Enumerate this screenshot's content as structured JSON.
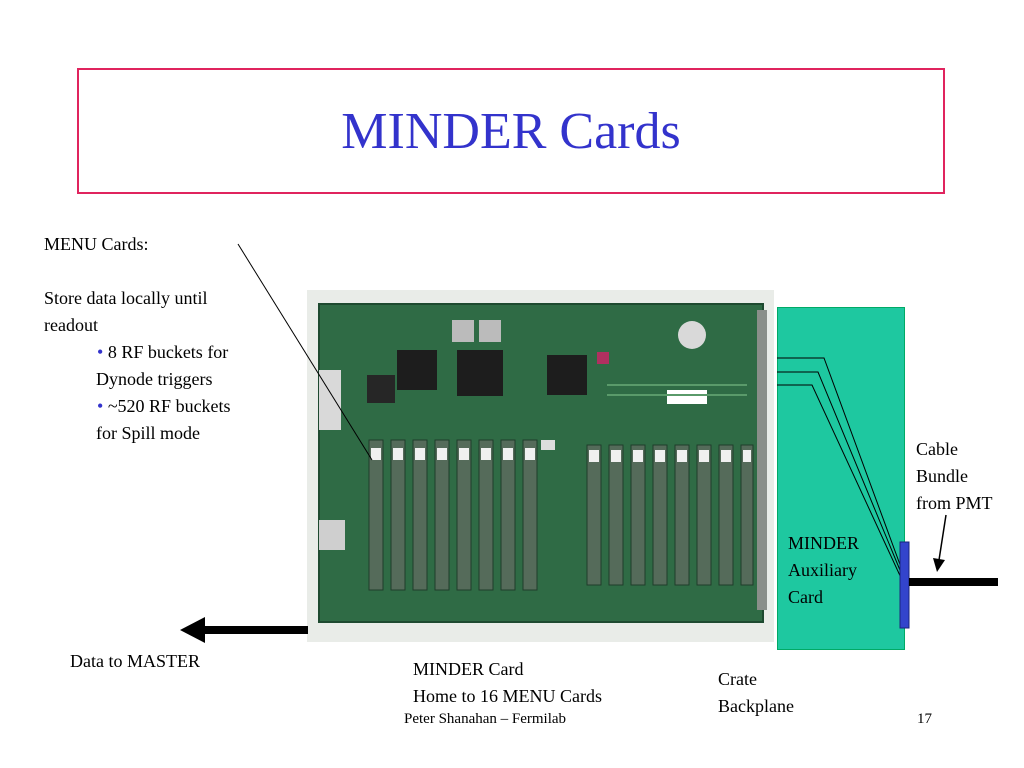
{
  "slide": {
    "title": "MINDER Cards",
    "menu": {
      "heading": "MENU Cards:",
      "line1": "Store data locally until",
      "line2": "readout",
      "bullet_char": "•",
      "b1_line1": "8 RF buckets for",
      "b1_line2": "Dynode triggers",
      "b2_line1": "~520 RF buckets",
      "b2_line2": "for Spill mode"
    },
    "labels": {
      "data_to_master": "Data to MASTER",
      "minder_card_l1": "MINDER Card",
      "minder_card_l2": "Home to 16 MENU Cards",
      "crate_l1": "Crate",
      "crate_l2": "Backplane",
      "aux_l1": "MINDER",
      "aux_l2": "Auxiliary",
      "aux_l3": "Card",
      "cable_l1": "Cable",
      "cable_l2": "Bundle",
      "cable_l3": "from PMT"
    },
    "footer": {
      "author": "Peter Shanahan – Fermilab",
      "page": "17"
    },
    "colors": {
      "title": "#3333cc",
      "title_border": "#e0245e",
      "aux_card": "#1ec8a0",
      "board": "#2f6b45",
      "connector": "#3344cc"
    },
    "icons": {
      "arrow_left": "arrow-left-icon",
      "arrow_down": "arrow-down-icon"
    }
  }
}
